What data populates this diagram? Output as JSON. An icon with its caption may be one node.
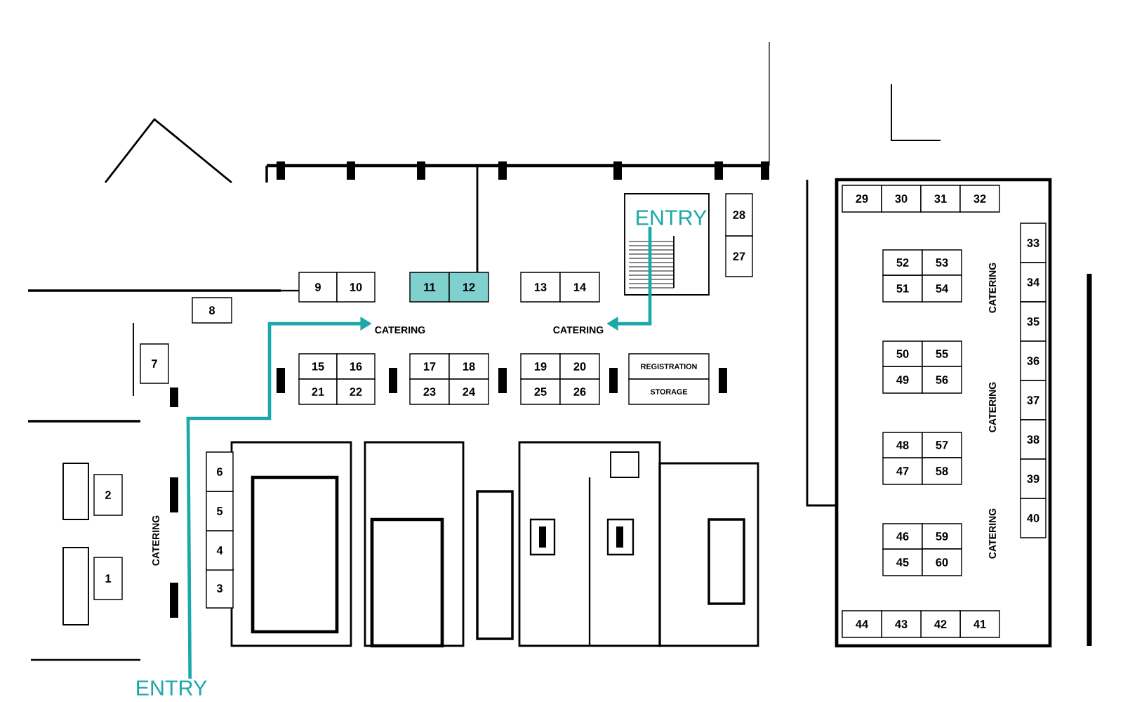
{
  "diagram": {
    "nodes": [
      {
        "text": [
          "1"
        ]
      },
      {
        "text": [
          "2"
        ]
      },
      {
        "text": [
          "3"
        ]
      },
      {
        "text": [
          "4"
        ]
      },
      {
        "text": [
          "5"
        ]
      },
      {
        "text": [
          "6"
        ]
      },
      {
        "text": [
          "7"
        ]
      },
      {
        "text": [
          "8"
        ]
      },
      {
        "text": [
          "9"
        ]
      },
      {
        "text": [
          "10"
        ]
      },
      {
        "text": [
          "11"
        ]
      },
      {
        "text": [
          "12"
        ]
      },
      {
        "text": [
          "13"
        ]
      },
      {
        "text": [
          "14"
        ]
      },
      {
        "text": [
          "15"
        ]
      },
      {
        "text": [
          "16"
        ]
      },
      {
        "text": [
          "17"
        ]
      },
      {
        "text": [
          "18"
        ]
      },
      {
        "text": [
          "19"
        ]
      },
      {
        "text": [
          "20"
        ]
      },
      {
        "text": [
          "21"
        ]
      },
      {
        "text": [
          "22"
        ]
      },
      {
        "text": [
          "23"
        ]
      },
      {
        "text": [
          "24"
        ]
      },
      {
        "text": [
          "25"
        ]
      },
      {
        "text": [
          "26"
        ]
      },
      {
        "text": [
          "27"
        ]
      },
      {
        "text": [
          "28"
        ]
      },
      {
        "text": [
          "29"
        ]
      },
      {
        "text": [
          "30"
        ]
      },
      {
        "text": [
          "31"
        ]
      },
      {
        "text": [
          "32"
        ]
      },
      {
        "text": [
          "33"
        ]
      },
      {
        "text": [
          "34"
        ]
      },
      {
        "text": [
          "35"
        ]
      },
      {
        "text": [
          "36"
        ]
      },
      {
        "text": [
          "37"
        ]
      },
      {
        "text": [
          "38"
        ]
      },
      {
        "text": [
          "39"
        ]
      },
      {
        "text": [
          "40"
        ]
      },
      {
        "text": [
          "41"
        ]
      },
      {
        "text": [
          "42"
        ]
      },
      {
        "text": [
          "43"
        ]
      },
      {
        "text": [
          "44"
        ]
      },
      {
        "text": [
          "45"
        ]
      },
      {
        "text": [
          "46"
        ]
      },
      {
        "text": [
          "47"
        ]
      },
      {
        "text": [
          "48"
        ]
      },
      {
        "text": [
          "49"
        ]
      },
      {
        "text": [
          "50"
        ]
      },
      {
        "text": [
          "51"
        ]
      },
      {
        "text": [
          "52"
        ]
      },
      {
        "text": [
          "53"
        ]
      },
      {
        "text": [
          "54"
        ]
      },
      {
        "text": [
          "55"
        ]
      },
      {
        "text": [
          "56"
        ]
      },
      {
        "text": [
          "57"
        ]
      },
      {
        "text": [
          "58"
        ]
      },
      {
        "text": [
          "59"
        ]
      },
      {
        "text": [
          "60"
        ]
      },
      {
        "text": [
          "REGISTRATION"
        ]
      },
      {
        "text": [
          "STORAGE"
        ]
      },
      {
        "text": [
          "ENTRY"
        ]
      },
      {
        "text": [
          "ENTRY"
        ]
      },
      {
        "text": [
          "CATERING"
        ]
      },
      {
        "text": [
          "CATERING"
        ]
      }
    ],
    "edges": [
      {
        "from": 62,
        "to": 65,
        "arrow": "to"
      },
      {
        "from": 63,
        "to": 64,
        "arrow": "to"
      }
    ],
    "labels": [
      "CATERING",
      "CATERING",
      "CATERING",
      "CATERING"
    ]
  }
}
